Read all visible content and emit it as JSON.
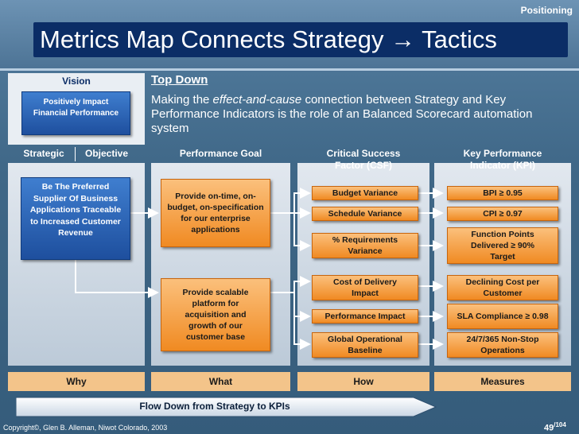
{
  "header": {
    "positioning": "Positioning",
    "title": "Metrics Map Connects Strategy → Tactics"
  },
  "vision": {
    "label": "Vision",
    "box": "Positively Impact Financial Performance"
  },
  "top_down": {
    "heading": "Top Down",
    "text_before": "Making the ",
    "text_emphasis": "effect-and-cause",
    "text_after": " connection between Strategy and Key Performance Indicators is the role of an Balanced Scorecard automation system"
  },
  "columns": {
    "strategic": "Strategic",
    "objective": "Objective",
    "performance_goal": "Performance Goal",
    "csf": "Critical Success Factor (CSF)",
    "kpi": "Key Performance Indicator (KPI)"
  },
  "objective": {
    "box": "Be The Preferred Supplier Of Business Applications Traceable to Increased Customer Revenue"
  },
  "goals": [
    "Provide on-time, on-budget, on-specification for our enterprise applications",
    "Provide scalable platform for acquisition and growth of our customer base"
  ],
  "csf": [
    "Budget Variance",
    "Schedule Variance",
    "% Requirements Variance",
    "Cost of Delivery Impact",
    "Performance Impact",
    "Global Operational Baseline"
  ],
  "kpi": [
    "BPI ≥ 0.95",
    "CPI ≥ 0.97",
    "Function Points Delivered ≥ 90% Target",
    "Declining Cost per Customer",
    "SLA Compliance ≥ 0.98",
    "24/7/365 Non-Stop Operations"
  ],
  "bottom": {
    "why": "Why",
    "what": "What",
    "how": "How",
    "measures": "Measures",
    "flow": "Flow Down from Strategy to KPIs"
  },
  "footer": {
    "copyright": "Copyright©, Glen B. Alleman, Niwot Colorado, 2003",
    "page": "49",
    "total": "/104"
  }
}
